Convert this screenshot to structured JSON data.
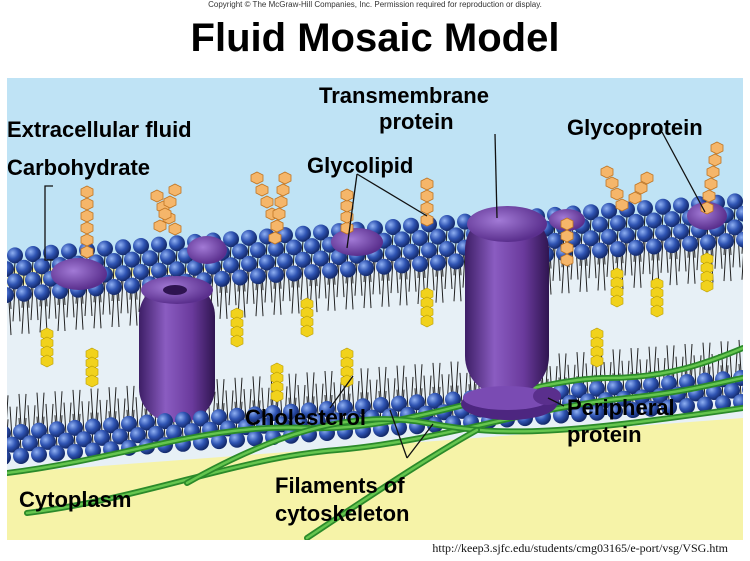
{
  "copyright": "Copyright © The McGraw-Hill Companies, Inc. Permission required for reproduction or display.",
  "title": "Fluid Mosaic Model",
  "labels": {
    "extracellular_fluid": "Extracellular fluid",
    "carbohydrate": "Carbohydrate",
    "glycolipid": "Glycolipid",
    "transmembrane_protein_1": "Transmembrane",
    "transmembrane_protein_2": "protein",
    "glycoprotein": "Glycoprotein",
    "cholesterol": "Cholesterol",
    "peripheral_protein_1": "Peripheral",
    "peripheral_protein_2": "protein",
    "filaments_1": "Filaments of",
    "filaments_2": "cytoskeleton",
    "cytoplasm": "Cytoplasm"
  },
  "source_url": "http://keep3.sjfc.edu/students/cmg03165/e-port/vsg/VSG.htm",
  "colors": {
    "extracellular": "#bfe3f5",
    "cytoplasm": "#f6f3a8",
    "phospholipid_head": "#2b4fae",
    "protein": "#6c3c9c",
    "carbohydrate": "#f5b66a",
    "cholesterol": "#f1d21c",
    "filament": "#3aa332"
  }
}
